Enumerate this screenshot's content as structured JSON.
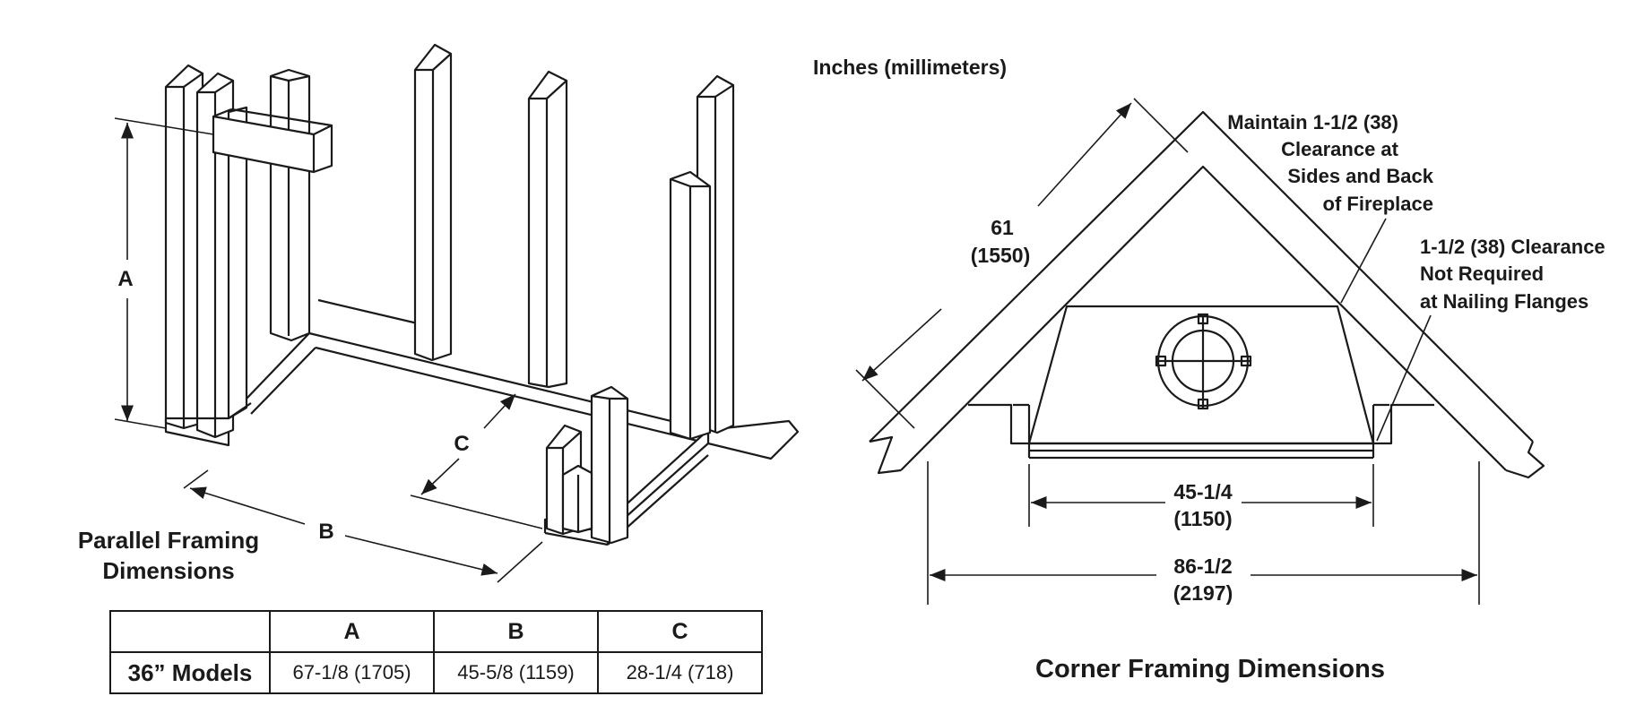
{
  "units_note": "Inches (millimeters)",
  "parallel": {
    "title_line1": "Parallel Framing",
    "title_line2": "Dimensions",
    "label_a": "A",
    "label_b": "B",
    "label_c": "C"
  },
  "table": {
    "headers": [
      "",
      "A",
      "B",
      "C"
    ],
    "row_label": "36” Models",
    "values": [
      "67-1/8 (1705)",
      "45-5/8 (1159)",
      "28-1/4 (718)"
    ]
  },
  "corner": {
    "title": "Corner Framing Dimensions",
    "diag_line1": "61",
    "diag_line2": "(1550)",
    "note1_line1": "Maintain 1-1/2 (38)",
    "note1_line2": "Clearance at",
    "note1_line3": "Sides and Back",
    "note1_line4": "of Fireplace",
    "note2_line1": "1-1/2 (38) Clearance",
    "note2_line2": "Not Required",
    "note2_line3": "at Nailing Flanges",
    "inner_width_line1": "45-1/4",
    "inner_width_line2": "(1150)",
    "outer_width_line1": "86-1/2",
    "outer_width_line2": "(2197)"
  }
}
